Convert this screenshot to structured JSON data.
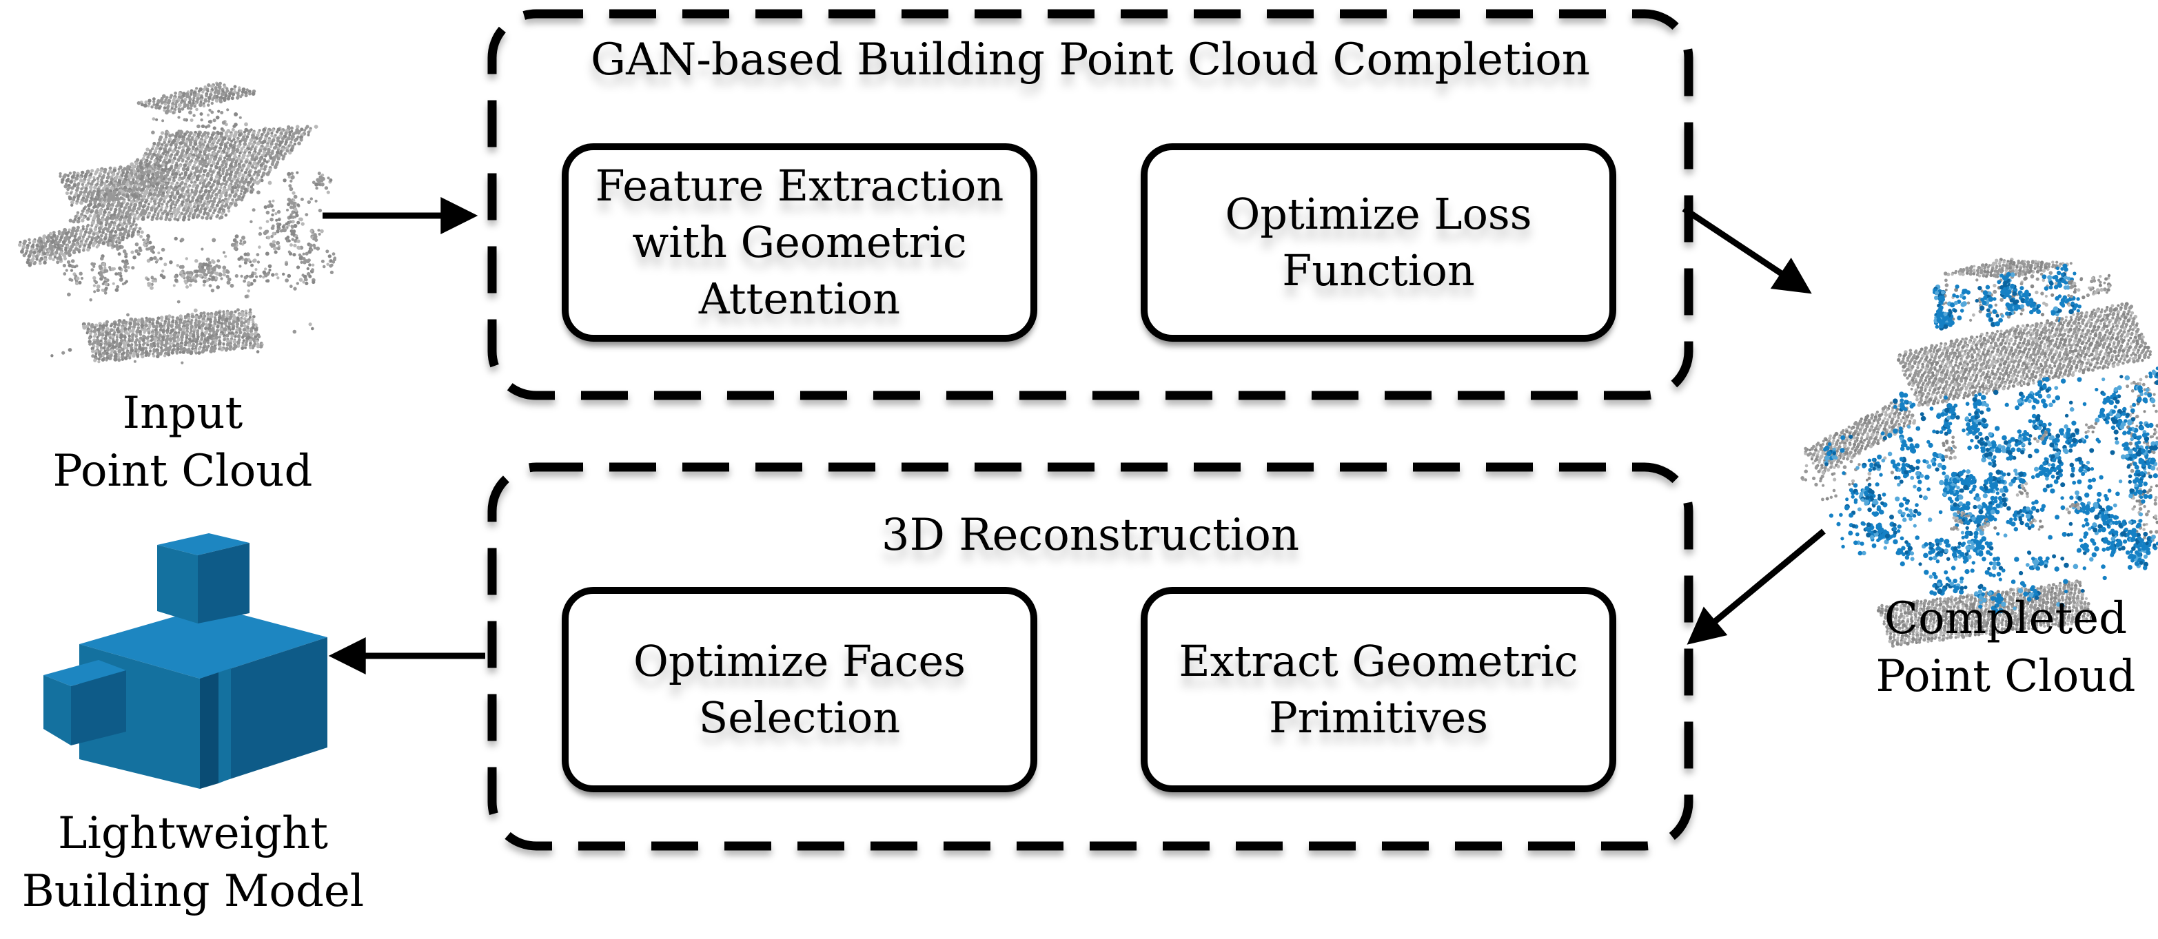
{
  "figure": {
    "type": "pipeline-flowchart",
    "background": "#ffffff"
  },
  "stage1": {
    "title": "GAN-based Building Point Cloud Completion",
    "box1": "Feature Extraction\nwith Geometric\nAttention",
    "box2": "Optimize Loss\nFunction"
  },
  "stage2": {
    "title": "3D Reconstruction",
    "box1": "Optimize Faces\nSelection",
    "box2": "Extract Geometric\nPrimitives"
  },
  "figures": {
    "input_label": "Input\nPoint Cloud",
    "completed_label": "Completed\nPoint Cloud",
    "model_label": "Lightweight\nBuilding Model"
  },
  "colors": {
    "ink": "#000000",
    "point_gray": "#989898",
    "point_gray_light": "#b8b8b8",
    "point_gray_dark": "#888888",
    "point_blue": "#1580c4",
    "point_blue_light": "#55a8da",
    "point_blue_dark": "#0b64a0",
    "model_top": "#1d86c1",
    "model_front": "#14719f",
    "model_side": "#0e5b88",
    "model_groove": "#0a4c74"
  }
}
